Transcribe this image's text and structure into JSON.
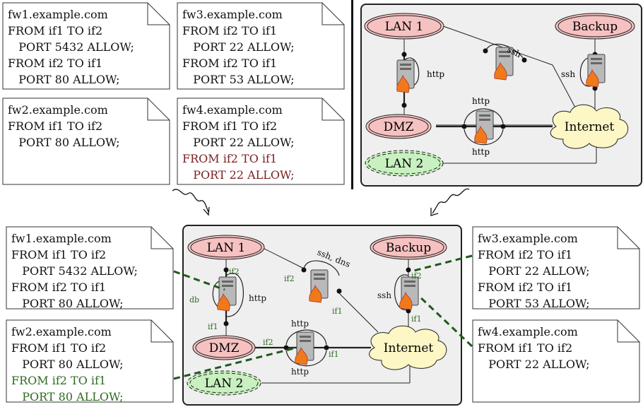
{
  "top_notes": [
    {
      "host": "fw1.example.com",
      "rules": [
        {
          "line1": "FROM if1 TO if2",
          "line2": "PORT 5432 ALLOW;"
        },
        {
          "line1": "FROM if2 TO if1",
          "line2": "PORT 80 ALLOW;"
        }
      ]
    },
    {
      "host": "fw3.example.com",
      "rules": [
        {
          "line1": "FROM if2 TO if1",
          "line2": "PORT 22 ALLOW;"
        },
        {
          "line1": "FROM if2 TO if1",
          "line2": "PORT 53 ALLOW;"
        }
      ]
    },
    {
      "host": "fw2.example.com",
      "rules": [
        {
          "line1": "FROM if1 TO if2",
          "line2": "PORT 80 ALLOW;"
        }
      ]
    },
    {
      "host": "fw4.example.com",
      "rules": [
        {
          "line1": "FROM if1 TO if2",
          "line2": "PORT 22 ALLOW;"
        },
        {
          "line1": "FROM if2 TO if1",
          "line2": "PORT 22 ALLOW;",
          "highlight": "red"
        }
      ]
    }
  ],
  "bottom_notes": [
    {
      "host": "fw1.example.com",
      "rules": [
        {
          "line1": "FROM if1 TO if2",
          "line2": "PORT 5432 ALLOW;"
        },
        {
          "line1": "FROM if2 TO if1",
          "line2": "PORT 80 ALLOW;"
        }
      ]
    },
    {
      "host": "fw2.example.com",
      "rules": [
        {
          "line1": "FROM if1 TO if2",
          "line2": "PORT 80 ALLOW;"
        },
        {
          "line1": "FROM if2 TO if1",
          "line2": "PORT 80 ALLOW;",
          "highlight": "green"
        }
      ]
    },
    {
      "host": "fw3.example.com",
      "rules": [
        {
          "line1": "FROM if2 TO if1",
          "line2": "PORT 22 ALLOW;"
        },
        {
          "line1": "FROM if2 TO if1",
          "line2": "PORT 53 ALLOW;"
        }
      ]
    },
    {
      "host": "fw4.example.com",
      "rules": [
        {
          "line1": "FROM if1 TO if2",
          "line2": "PORT 22 ALLOW;"
        }
      ]
    }
  ],
  "top_network": {
    "nodes": {
      "lan1": "LAN 1",
      "backup": "Backup",
      "dmz": "DMZ",
      "internet": "Internet",
      "lan2": "LAN 2"
    },
    "labels": {
      "http_left": "http",
      "ssh_top": "ssh",
      "ssh_right": "ssh",
      "http_mid_top": "http",
      "http_mid_bottom": "http"
    }
  },
  "bottom_network": {
    "nodes": {
      "lan1": "LAN 1",
      "backup": "Backup",
      "dmz": "DMZ",
      "internet": "Internet",
      "lan2": "LAN 2"
    },
    "labels": {
      "if2_fw1": "if2",
      "if1_fw1": "if1",
      "db": "db",
      "http_fw1": "http",
      "ssh_dns": "ssh, dns",
      "if2_fw3": "if2",
      "if1_fw3": "if1",
      "if2_fw4": "if2",
      "if1_fw4": "if1",
      "ssh_fw4": "ssh",
      "http_fw2_top": "http",
      "http_fw2_bottom": "http",
      "if2_fw2": "if2",
      "if1_fw2": "if1"
    }
  },
  "colors": {
    "node_red": "#f6c1c1",
    "node_green": "#c9f0c0",
    "internet": "#fdf7c6",
    "panel": "#efefef",
    "dash": "#1f5a1a",
    "highlight_red": "#7a1f1f",
    "highlight_green": "#2d6a1f"
  }
}
